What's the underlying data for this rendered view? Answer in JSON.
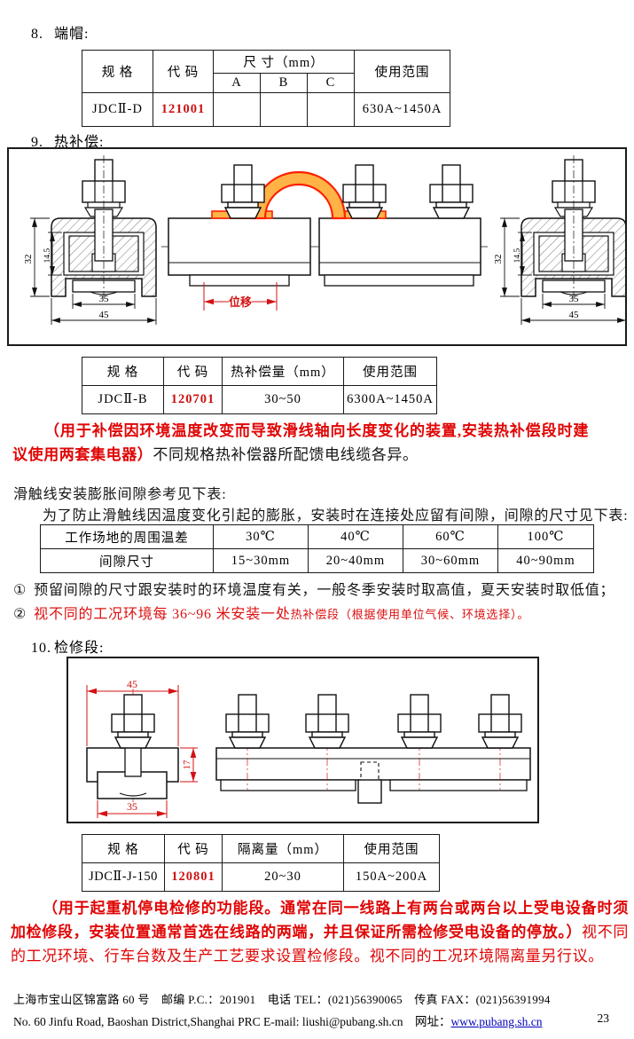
{
  "colors": {
    "code_red": "#cc1111",
    "annotation_red": "#e00505",
    "arc_orange": "#ffb347",
    "arc_outline": "#ff2000",
    "link_blue": "#0000bb"
  },
  "s8": {
    "num": "8.",
    "title": "端帽:"
  },
  "t_endcap": {
    "h_spec": "规 格",
    "h_code": "代 码",
    "h_size": "尺 寸（mm）",
    "h_a": "A",
    "h_b": "B",
    "h_c": "C",
    "h_range": "使用范围",
    "spec": "JDCⅡ-D",
    "code": "121001",
    "a": "",
    "b": "",
    "c": "",
    "range": "630A~1450A"
  },
  "s9": {
    "num": "9.",
    "title": "热补偿:"
  },
  "d_thermal": {
    "h_outer": "32",
    "h_inner": "14.5",
    "w_inner": "35",
    "w_outer": "45",
    "displacement": "位移"
  },
  "t_thermal": {
    "h_spec": "规 格",
    "h_code": "代 码",
    "h_amount": "热补偿量（mm）",
    "h_range": "使用范围",
    "spec": "JDCⅡ-B",
    "code": "120701",
    "amount": "30~50",
    "range": "6300A~1450A"
  },
  "p_thermal": {
    "red": "（用于补偿因环境温度改变而导致滑线轴向长度变化的装置,安装热补偿段时建议使用两套集电器）",
    "black": "不同规格热补偿器所配馈电线缆各异。"
  },
  "gap": {
    "intro1": "滑触线安装膨胀间隙参考见下表:",
    "intro2": "为了防止滑触线因温度变化引起的膨胀，安装时在连接处应留有间隙，间隙的尺寸见下表:"
  },
  "t_gap": {
    "row1": [
      "工作场地的周围温差",
      "30℃",
      "40℃",
      "60℃",
      "100℃"
    ],
    "row2": [
      "间隙尺寸",
      "15~30mm",
      "20~40mm",
      "30~60mm",
      "40~90mm"
    ]
  },
  "notes": {
    "m1": "①",
    "t1": "预留间隙的尺寸跟安装时的环境温度有关，一般冬季安装时取高值，夏天安装时取低值；",
    "m2": "②",
    "t2a": "视不同的工况环境每 36~96 米安装一处",
    "t2b": "热补偿段（根据使用单位气候、环境选择）。"
  },
  "s10": {
    "num": "10.",
    "title": "检修段:"
  },
  "d_maint": {
    "w_top": "45",
    "h_side": "17",
    "w_bottom": "35"
  },
  "t_maint": {
    "h_spec": "规 格",
    "h_code": "代 码",
    "h_iso": "隔离量（mm）",
    "h_range": "使用范围",
    "spec": "JDCⅡ-J-150",
    "code": "120801",
    "iso": "20~30",
    "range": "150A~200A"
  },
  "p_maint": {
    "red_bold": "（用于起重机停电检修的功能段。通常在同一线路上有两台或两台以上受电设备时须加检修段，安装位置通常首选在线路的两端，并且保证所需检修受电设备的停放。）",
    "red": "视不同的工况环境、行车台数及生产工艺要求设置检修段。视不同的工况环境隔离量另行议。"
  },
  "footer": {
    "line1": "上海市宝山区锦富路 60 号　邮编 P.C.：201901　电话 TEL：(021)56390065　传真 FAX：(021)56391994",
    "line2": "No. 60 Jinfu Road, Baoshan District,Shanghai PRC E-mail: liushi@pubang.sh.cn　网址：",
    "url": "www.pubang.sh.cn",
    "page": "23"
  }
}
